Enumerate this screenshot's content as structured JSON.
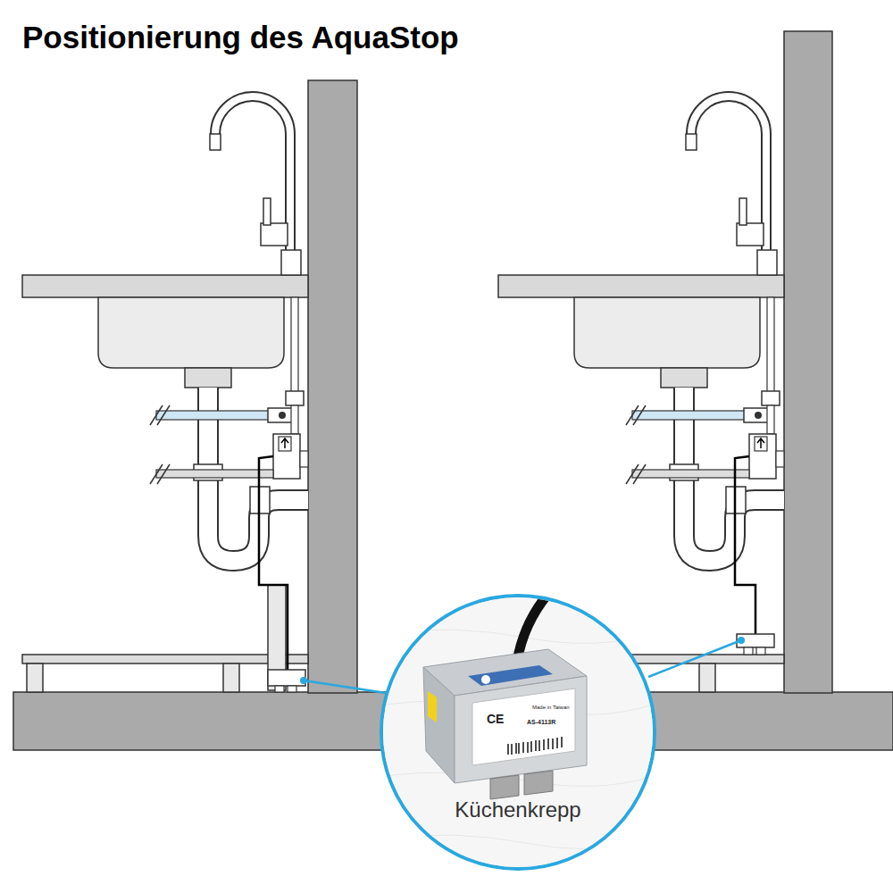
{
  "diagram": {
    "title": "Positionierung des AquaStop",
    "nodes": [
      {
        "text": [
          "Küchenkrepp"
        ]
      }
    ],
    "labels": [
      "CE",
      "Made in Taiwan",
      "AS-4113R"
    ]
  }
}
